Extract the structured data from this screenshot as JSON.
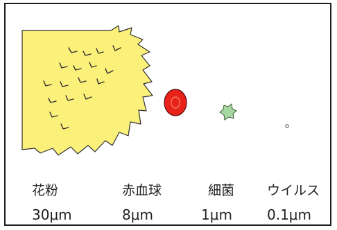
{
  "items": [
    {
      "name": "花粉",
      "size": "30μm"
    },
    {
      "name": "赤血球",
      "size": "8μm"
    },
    {
      "name": "細菌",
      "size": "1μm"
    },
    {
      "name": "ウイルス",
      "size": "0.1μm"
    }
  ],
  "colors": {
    "pollen_fill": "#fbf07a",
    "pollen_stroke": "#2f2f2f",
    "red_blood_cell": "#e8211b",
    "bacteria": "#a7d8a1",
    "virus": "#ffffff",
    "frame_border": "#1e1e1e"
  }
}
